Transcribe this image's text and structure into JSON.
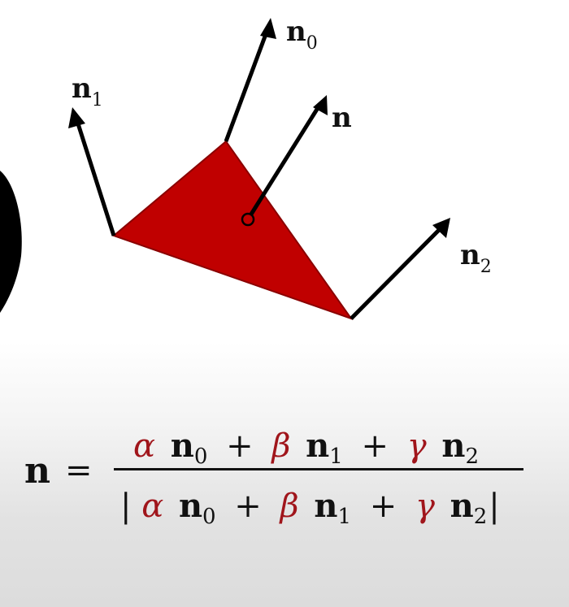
{
  "labels": {
    "n0": {
      "main": "n",
      "sub": "0"
    },
    "n1": {
      "main": "n",
      "sub": "1"
    },
    "n": {
      "main": "n"
    },
    "n2": {
      "main": "n",
      "sub": "2"
    }
  },
  "equation": {
    "lhs": "n",
    "equals": "=",
    "numerator": [
      {
        "coef": "α",
        "vec": "n",
        "sub": "0"
      },
      {
        "op": "+"
      },
      {
        "coef": "β",
        "vec": "n",
        "sub": "1"
      },
      {
        "op": "+"
      },
      {
        "coef": "γ",
        "vec": "n",
        "sub": "2"
      }
    ],
    "denominator": {
      "bar_left": "|",
      "terms": [
        {
          "coef": "α",
          "vec": "n",
          "sub": "0"
        },
        {
          "op": "+"
        },
        {
          "coef": "β",
          "vec": "n",
          "sub": "1"
        },
        {
          "op": "+"
        },
        {
          "coef": "γ",
          "vec": "n",
          "sub": "2"
        }
      ],
      "bar_right": "|"
    }
  },
  "colors": {
    "triangle": "#c00000",
    "triangle_edge": "#8a0000",
    "arrow": "#000000",
    "greek": "#a0151b",
    "text": "#111111"
  }
}
